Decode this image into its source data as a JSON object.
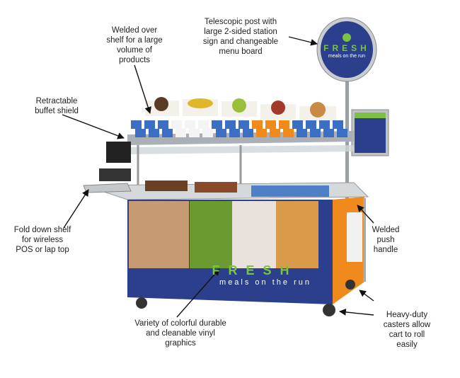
{
  "callouts": {
    "shelf": [
      "Welded over",
      "shelf for a large",
      "volume of",
      "products"
    ],
    "post": [
      "Telescopic post with",
      "large 2-sided station",
      "sign and changeable",
      "menu board"
    ],
    "shield": [
      "Retractable",
      "buffet shield"
    ],
    "fold_shelf": [
      "Fold down shelf",
      "for wireless",
      "POS or lap top"
    ],
    "handle": [
      "Welded",
      "push",
      "handle"
    ],
    "graphics": [
      "Variety of colorful durable",
      "and cleanable vinyl",
      "graphics"
    ],
    "casters": [
      "Heavy-duty",
      "casters allow",
      "cart to roll",
      "easily"
    ]
  },
  "sign": {
    "brand": "FRESH",
    "tagline": "meals on the run"
  },
  "cart_panel": {
    "brand": "FRESH",
    "tagline": "meals on the run"
  },
  "colors": {
    "panel_blue": "#2b3f8c",
    "brand_green": "#7cc242",
    "steel": "#b8bcc0",
    "orange": "#f08a1c"
  }
}
